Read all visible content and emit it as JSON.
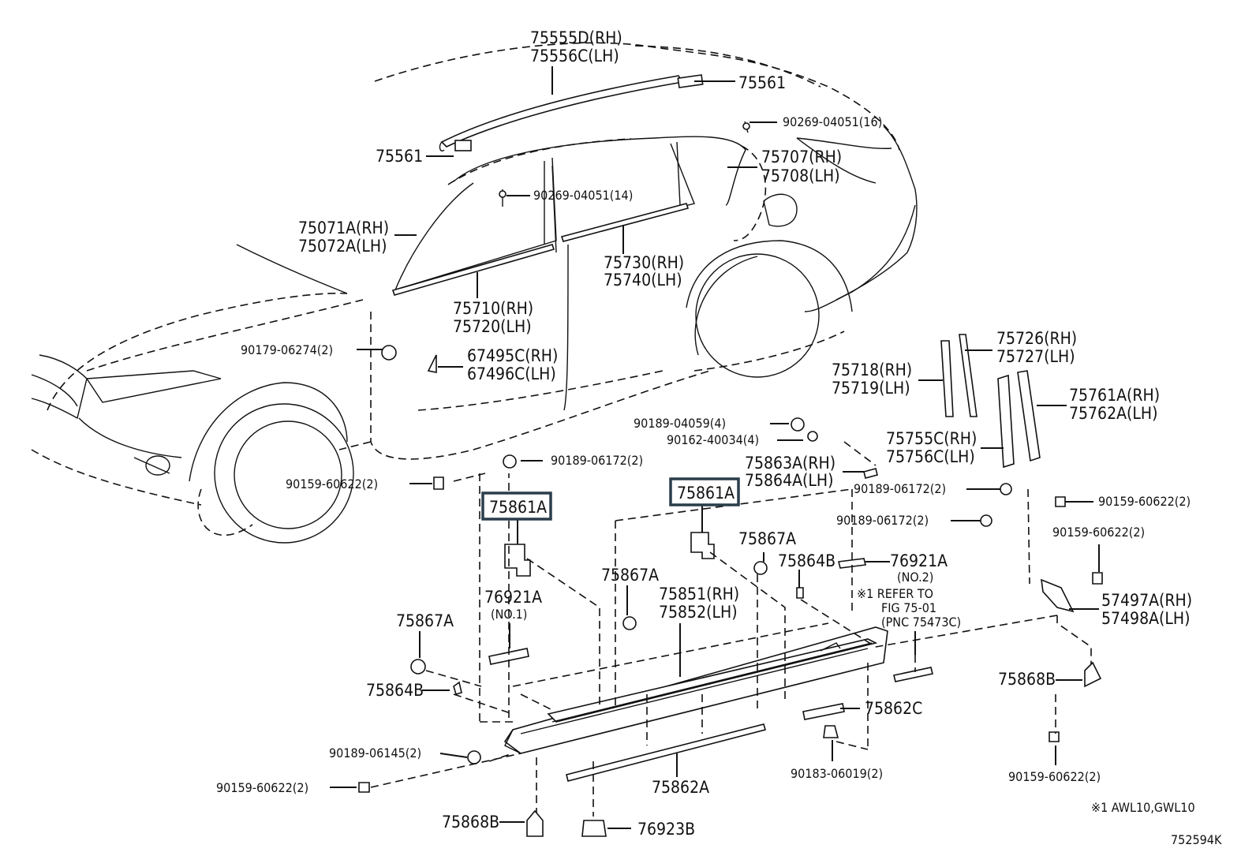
{
  "labels": {
    "p75555D": "75555D(RH)",
    "p75556C": "75556C(LH)",
    "p75561_top": "75561",
    "p90269_16": "90269-04051(16)",
    "p75561_left": "75561",
    "p75707": "75707(RH)",
    "p75708": "75708(LH)",
    "p90269_14": "90269-04051(14)",
    "p75071A": "75071A(RH)",
    "p75072A": "75072A(LH)",
    "p75730": "75730(RH)",
    "p75740": "75740(LH)",
    "p75710": "75710(RH)",
    "p75720": "75720(LH)",
    "p90179": "90179-06274(2)",
    "p67495C": "67495C(RH)",
    "p67496C": "67496C(LH)",
    "p75726": "75726(RH)",
    "p75727": "75727(LH)",
    "p75718": "75718(RH)",
    "p75719": "75719(LH)",
    "p75761A": "75761A(RH)",
    "p75762A": "75762A(LH)",
    "p90189_04059": "90189-04059(4)",
    "p90162": "90162-40034(4)",
    "p75755C": "75755C(RH)",
    "p75756C": "75756C(LH)",
    "p90189_06172_a": "90189-06172(2)",
    "p90159_a": "90159-60622(2)",
    "p75863A": "75863A(RH)",
    "p75864A": "75864A(LH)",
    "p90189_06172_b": "90189-06172(2)",
    "p90159_b": "90159-60622(2)",
    "p75861A_left": "75861A",
    "p75861A_right": "75861A",
    "p90189_06172_c": "90189-06172(2)",
    "p90159_c": "90159-60622(2)",
    "p75867A_a": "75867A",
    "p75864B_a": "75864B",
    "p76921A_no2": "76921A",
    "no2": "(NO.2)",
    "note1": "※1 REFER TO",
    "note2": "FIG 75-01",
    "note3": "(PNC 75473C)",
    "p57497A": "57497A(RH)",
    "p57498A": "57498A(LH)",
    "p75867A_b": "75867A",
    "p75851": "75851(RH)",
    "p75852": "75852(LH)",
    "p76921A_no1": "76921A",
    "no1": "(NO.1)",
    "p75867A_c": "75867A",
    "p75864B_b": "75864B",
    "p75868B_r": "75868B",
    "p75862C": "75862C",
    "p90189_06145": "90189-06145(2)",
    "p90159_d": "90159-60622(2)",
    "p90183": "90183-06019(2)",
    "p90159_e": "90159-60622(2)",
    "p75862A": "75862A",
    "p75868B_b": "75868B",
    "p76923B": "76923B",
    "footnote": "※1 AWL10,GWL10",
    "figure_code": "752594K"
  }
}
